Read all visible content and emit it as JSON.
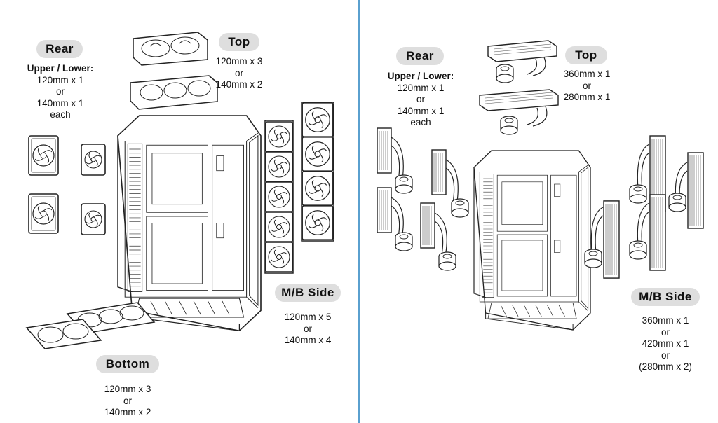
{
  "fan_layout": {
    "rear": {
      "label": "Rear",
      "lines": [
        "Upper / Lower:",
        "120mm x 1",
        "or",
        "140mm x 1",
        "each"
      ]
    },
    "top": {
      "label": "Top",
      "lines": [
        "120mm x 3",
        "or",
        "140mm x 2"
      ]
    },
    "mb_side": {
      "label": "M/B Side",
      "lines": [
        "120mm x 5",
        "or",
        "140mm x 4"
      ]
    },
    "bottom": {
      "label": "Bottom",
      "lines": [
        "120mm x 3",
        "or",
        "140mm x 2"
      ]
    }
  },
  "radiator_layout": {
    "rear": {
      "label": "Rear",
      "lines": [
        "Upper / Lower:",
        "120mm x 1",
        "or",
        "140mm x 1",
        "each"
      ]
    },
    "top": {
      "label": "Top",
      "lines": [
        "360mm x 1",
        "or",
        "280mm x 1"
      ]
    },
    "mb_side": {
      "label": "M/B Side",
      "lines": [
        "360mm x 1",
        "or",
        "420mm x 1",
        "or",
        "(280mm x 2)"
      ]
    }
  },
  "colors": {
    "divider": "#5aa0cf",
    "pill": "#dedede",
    "line": "#222222"
  }
}
